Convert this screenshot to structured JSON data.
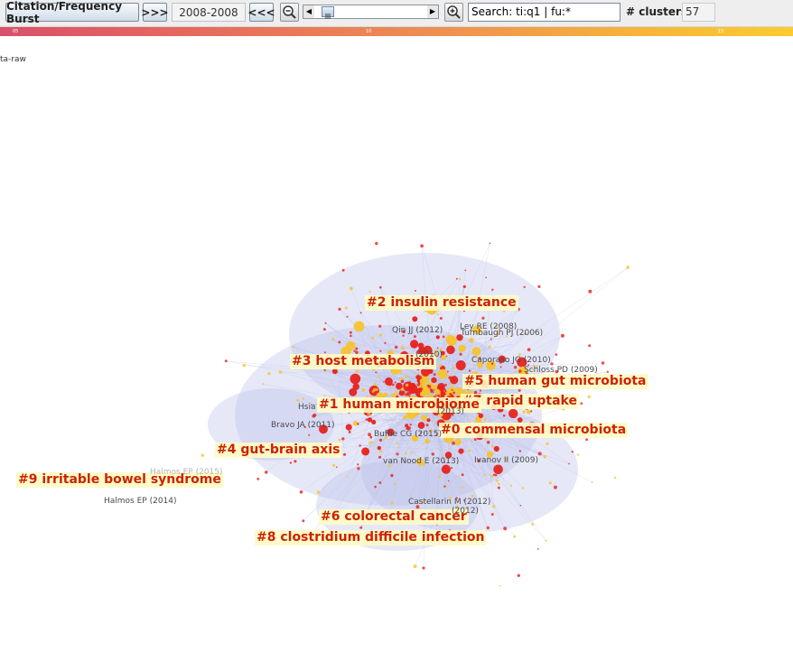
{
  "toolbar": {
    "burst_button": "Citation/Frequency Burst",
    "next_button": ">>>",
    "year_range": "2008-2008",
    "prev_button": "<<<",
    "zoom_out_icon": "zoom-out-icon",
    "zoom_in_icon": "zoom-in-icon",
    "search_value": "Search: ti:q1 | fu:*",
    "clusters_label": "# clusters",
    "clusters_count": "57"
  },
  "timeline_marks": [
    "05",
    "10",
    "15"
  ],
  "source_label": "ta-raw",
  "colors": {
    "cluster_label_text": "#cc2200",
    "cluster_label_bg": "#fffbc4",
    "node_red": "#e8221c",
    "node_yellow": "#f5c431",
    "link": "#b7bde8"
  },
  "clusters": [
    {
      "text": "#2 insulin resistance"
    },
    {
      "text": "#3 host metabolism"
    },
    {
      "text": "#5 human gut microbiota"
    },
    {
      "text": "#7 rapid uptake"
    },
    {
      "text": "#1 human microbiome"
    },
    {
      "text": "#0 commensal microbiota"
    },
    {
      "text": "#4 gut-brain axis"
    },
    {
      "text": "#9 irritable bowel syndrome"
    },
    {
      "text": "#6 colorectal cancer"
    },
    {
      "text": "#8 clostridium difficile infection"
    }
  ],
  "references": [
    {
      "text": "Ley RE (2008)"
    },
    {
      "text": "Qin JJ (2012)"
    },
    {
      "text": "Turnbaugh PJ (2006)"
    },
    {
      "text": "(2010)"
    },
    {
      "text": "Caporaso JG (2010)"
    },
    {
      "text": "Schloss PD (2009)"
    },
    {
      "text": "Hsia"
    },
    {
      "text": "(2013)"
    },
    {
      "text": "Bravo JA (2011)"
    },
    {
      "text": "Buffie CG (2015)"
    },
    {
      "text": "van Nood E (2013)"
    },
    {
      "text": "Ivanov II (2009)"
    },
    {
      "text": "Halmos EP (2015)"
    },
    {
      "text": "Halmos EP (2014)"
    },
    {
      "text": "Castellarin M (2012)"
    },
    {
      "text": "(2012)"
    }
  ]
}
